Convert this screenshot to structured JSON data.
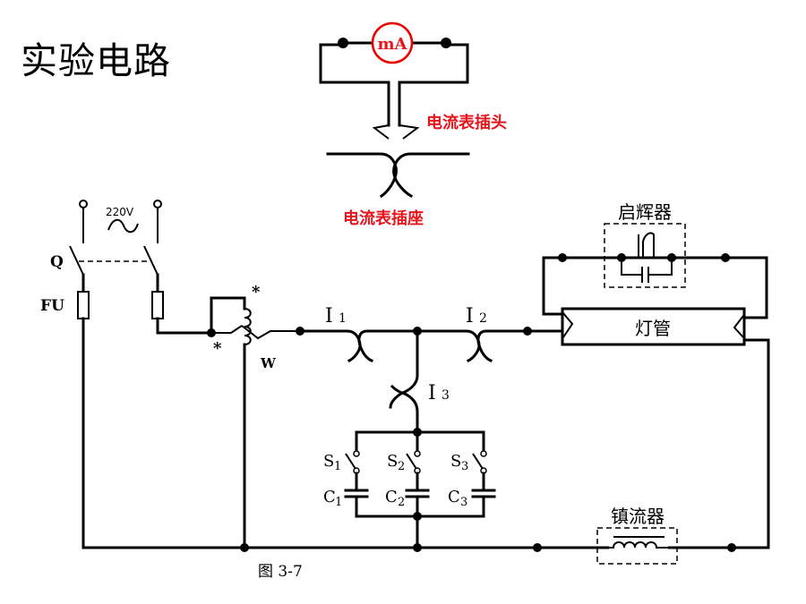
{
  "title": "实验电路",
  "figure_caption": "图 3-7",
  "colors": {
    "accent_red": "#e8141c",
    "line": "#000000",
    "background": "#ffffff"
  },
  "ammeter": {
    "label": "mA",
    "plug_label": "电流表插头",
    "socket_label": "电流表插座"
  },
  "source": {
    "voltage": "220V",
    "ac_symbol": "∼",
    "switch_label": "Q",
    "fuse_label": "FU"
  },
  "wattmeter": {
    "label": "W",
    "polarity_mark": "*"
  },
  "currents": {
    "i1": "I",
    "i1_sub": "1",
    "i2": "I",
    "i2_sub": "2",
    "i3": "I",
    "i3_sub": "3"
  },
  "starter": {
    "label": "启辉器"
  },
  "lamp": {
    "label": "灯管"
  },
  "ballast": {
    "label": "镇流器"
  },
  "branches": [
    {
      "switch": "S",
      "switch_sub": "1",
      "cap": "C",
      "cap_sub": "1"
    },
    {
      "switch": "S",
      "switch_sub": "2",
      "cap": "C",
      "cap_sub": "2"
    },
    {
      "switch": "S",
      "switch_sub": "3",
      "cap": "C",
      "cap_sub": "3"
    }
  ]
}
